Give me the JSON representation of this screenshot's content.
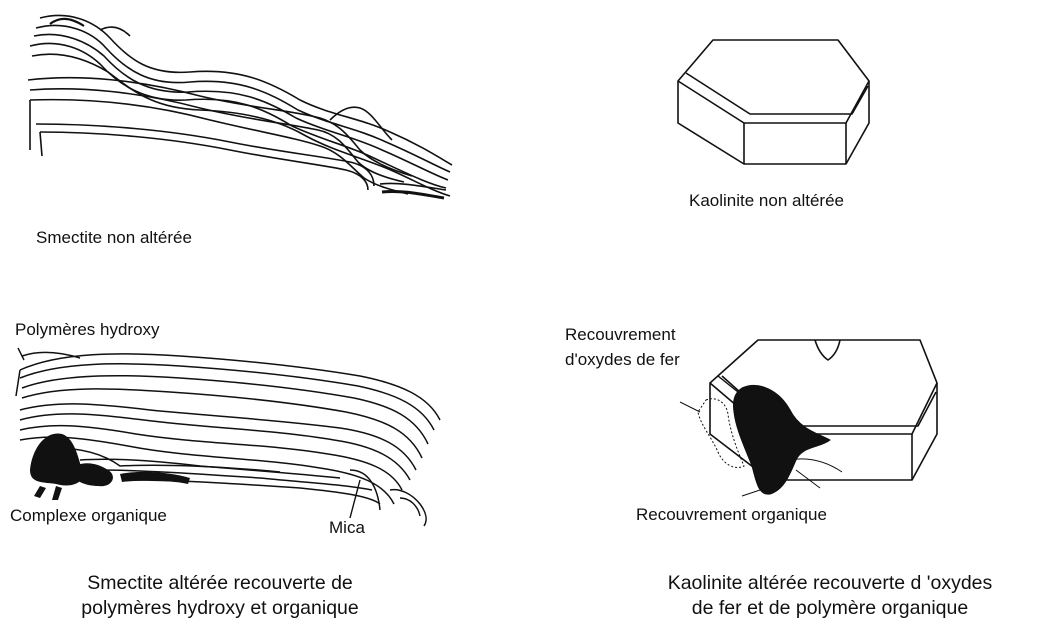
{
  "panels": {
    "smectite_fresh": {
      "caption": "Smectite non altérée"
    },
    "kaolinite_fresh": {
      "caption": "Kaolinite non altérée"
    },
    "smectite_weathered": {
      "label_hydroxy": "Polymères hydroxy",
      "label_organic": "Complexe organique",
      "label_mica": "Mica",
      "caption_line1": "Smectite altérée recouverte de",
      "caption_line2": "polymères hydroxy et organique"
    },
    "kaolinite_weathered": {
      "label_iron_line1": "Recouvrement",
      "label_iron_line2": "d'oxydes de fer",
      "label_organic": "Recouvrement organique",
      "caption_line1": "Kaolinite altérée recouverte d 'oxydes",
      "caption_line2": "de fer et de polymère organique"
    }
  }
}
